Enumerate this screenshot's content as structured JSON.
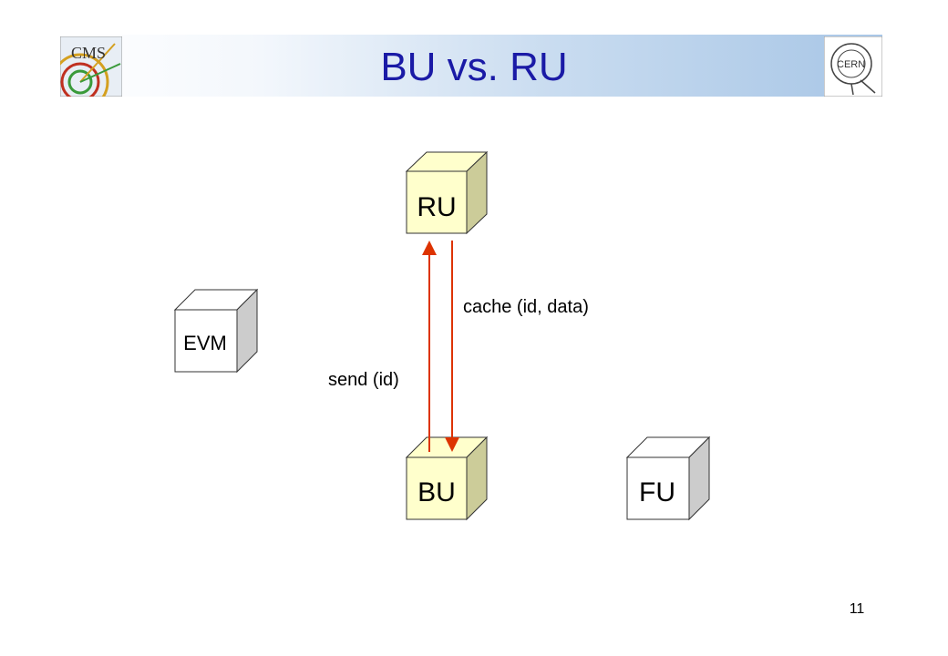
{
  "slide": {
    "title": "BU vs. RU",
    "page_number": "11"
  },
  "logos": {
    "left": "cms-logo",
    "right": "cern-logo",
    "right_text": "CERN"
  },
  "diagram": {
    "nodes": {
      "ru": "RU",
      "evm": "EVM",
      "bu": "BU",
      "fu": "FU"
    },
    "messages": {
      "send": "send (id)",
      "cache": "cache (id, data)"
    },
    "colors": {
      "highlight_front": "#ffffcc",
      "highlight_side": "#cccc99",
      "plain_front": "#ffffff",
      "plain_side": "#cccccc",
      "arrow": "#dd3300"
    }
  }
}
